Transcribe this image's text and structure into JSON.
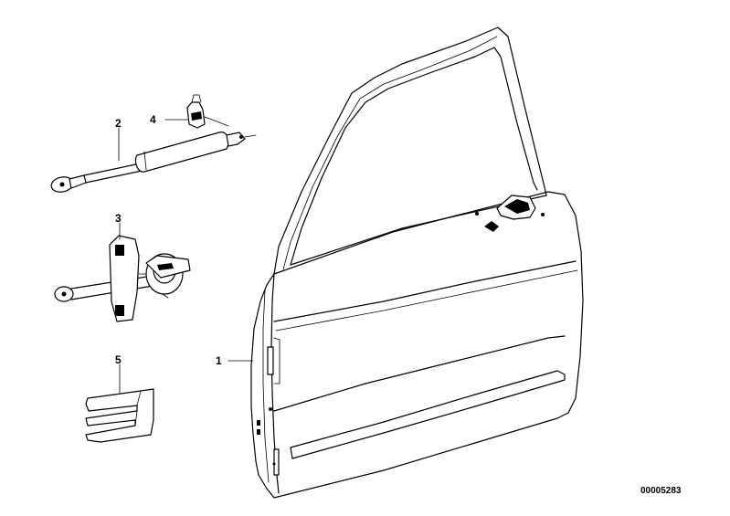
{
  "callouts": {
    "door": "1",
    "gas_strut": "2",
    "door_check": "3",
    "clip": "4",
    "plate": "5"
  },
  "doc_number": "00005283"
}
